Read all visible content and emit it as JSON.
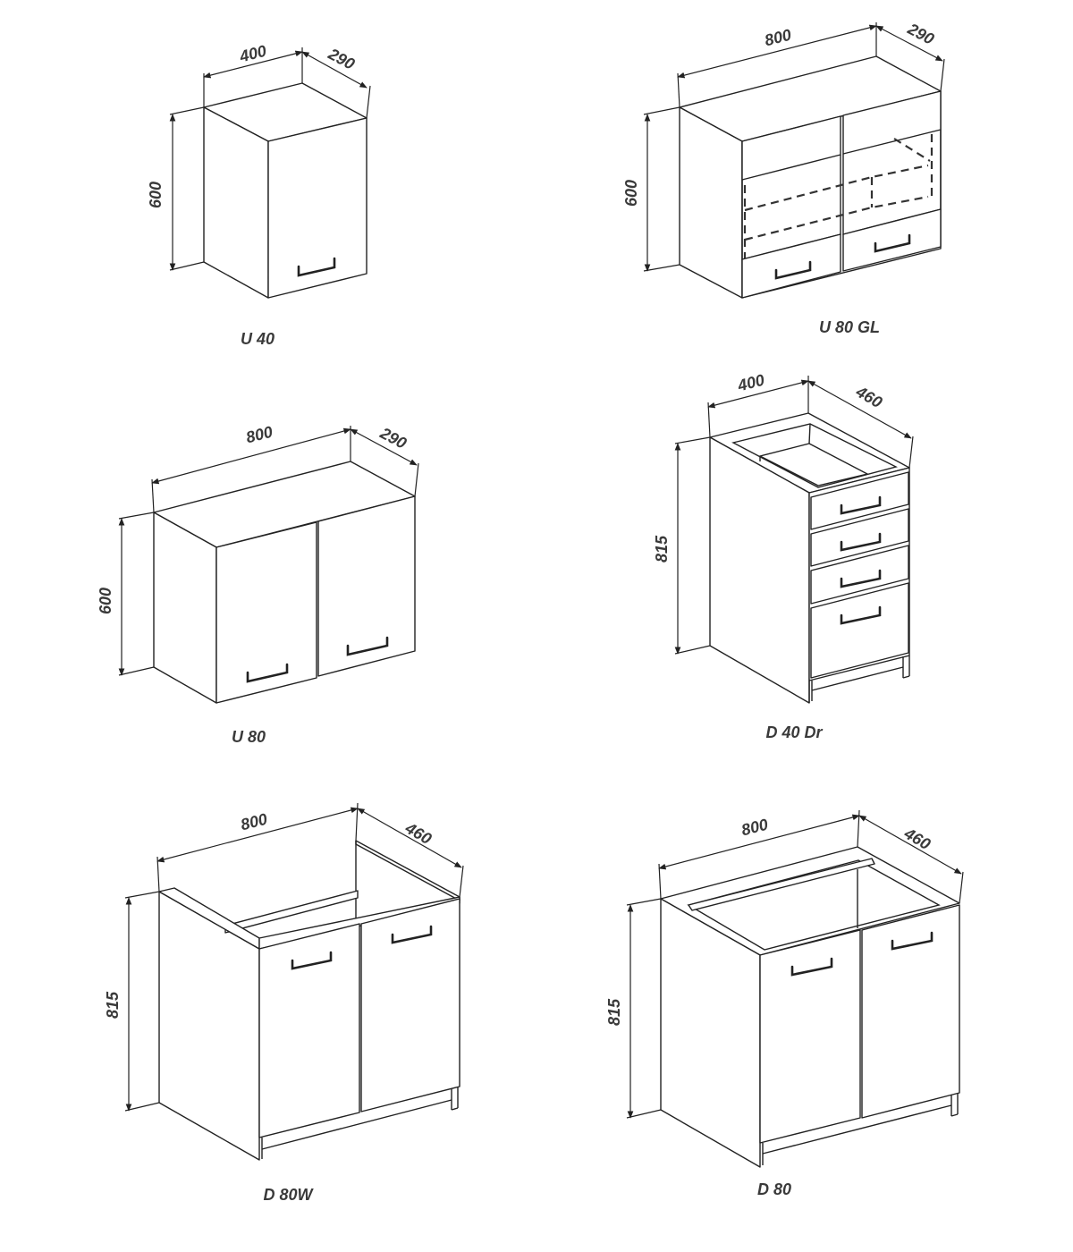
{
  "cabinets": [
    {
      "id": "u40",
      "name": "U 40",
      "width": "400",
      "depth": "290",
      "height": "600"
    },
    {
      "id": "u80gl",
      "name": "U 80 GL",
      "width": "800",
      "depth": "290",
      "height": "600"
    },
    {
      "id": "u80",
      "name": "U 80",
      "width": "800",
      "depth": "290",
      "height": "600"
    },
    {
      "id": "d40dr",
      "name": "D 40 Dr",
      "width": "400",
      "depth": "460",
      "height": "815"
    },
    {
      "id": "d80w",
      "name": "D 80W",
      "width": "800",
      "depth": "460",
      "height": "815"
    },
    {
      "id": "d80",
      "name": "D 80",
      "width": "800",
      "depth": "460",
      "height": "815"
    }
  ]
}
